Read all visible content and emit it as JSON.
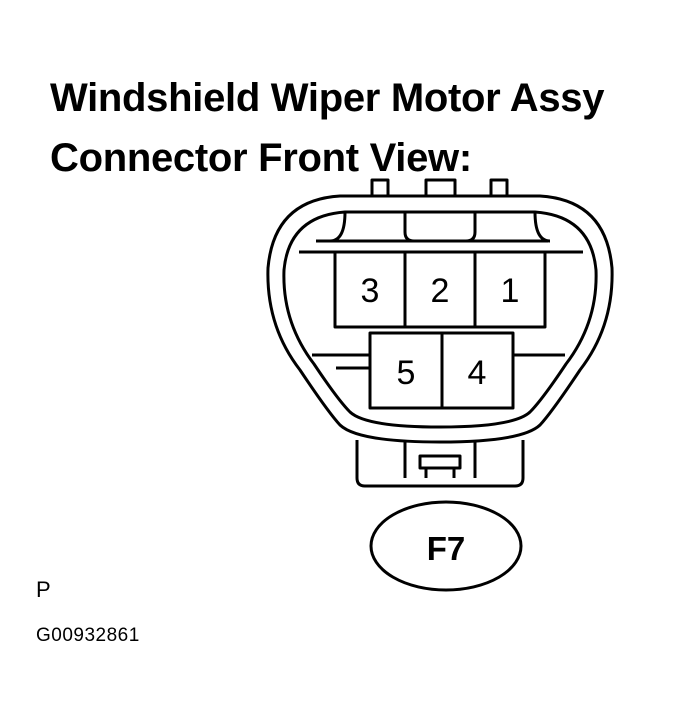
{
  "title": {
    "line1": "Windshield Wiper Motor Assy",
    "line2": "Connector Front View:"
  },
  "connector": {
    "pins": [
      {
        "id": "pin-3",
        "label": "3"
      },
      {
        "id": "pin-2",
        "label": "2"
      },
      {
        "id": "pin-1",
        "label": "1"
      },
      {
        "id": "pin-5",
        "label": "5"
      },
      {
        "id": "pin-4",
        "label": "4"
      }
    ],
    "code": "F7"
  },
  "footer": {
    "side_letter": "P",
    "figure_id": "G00932861"
  },
  "colors": {
    "line": "#000000",
    "background": "#ffffff"
  }
}
